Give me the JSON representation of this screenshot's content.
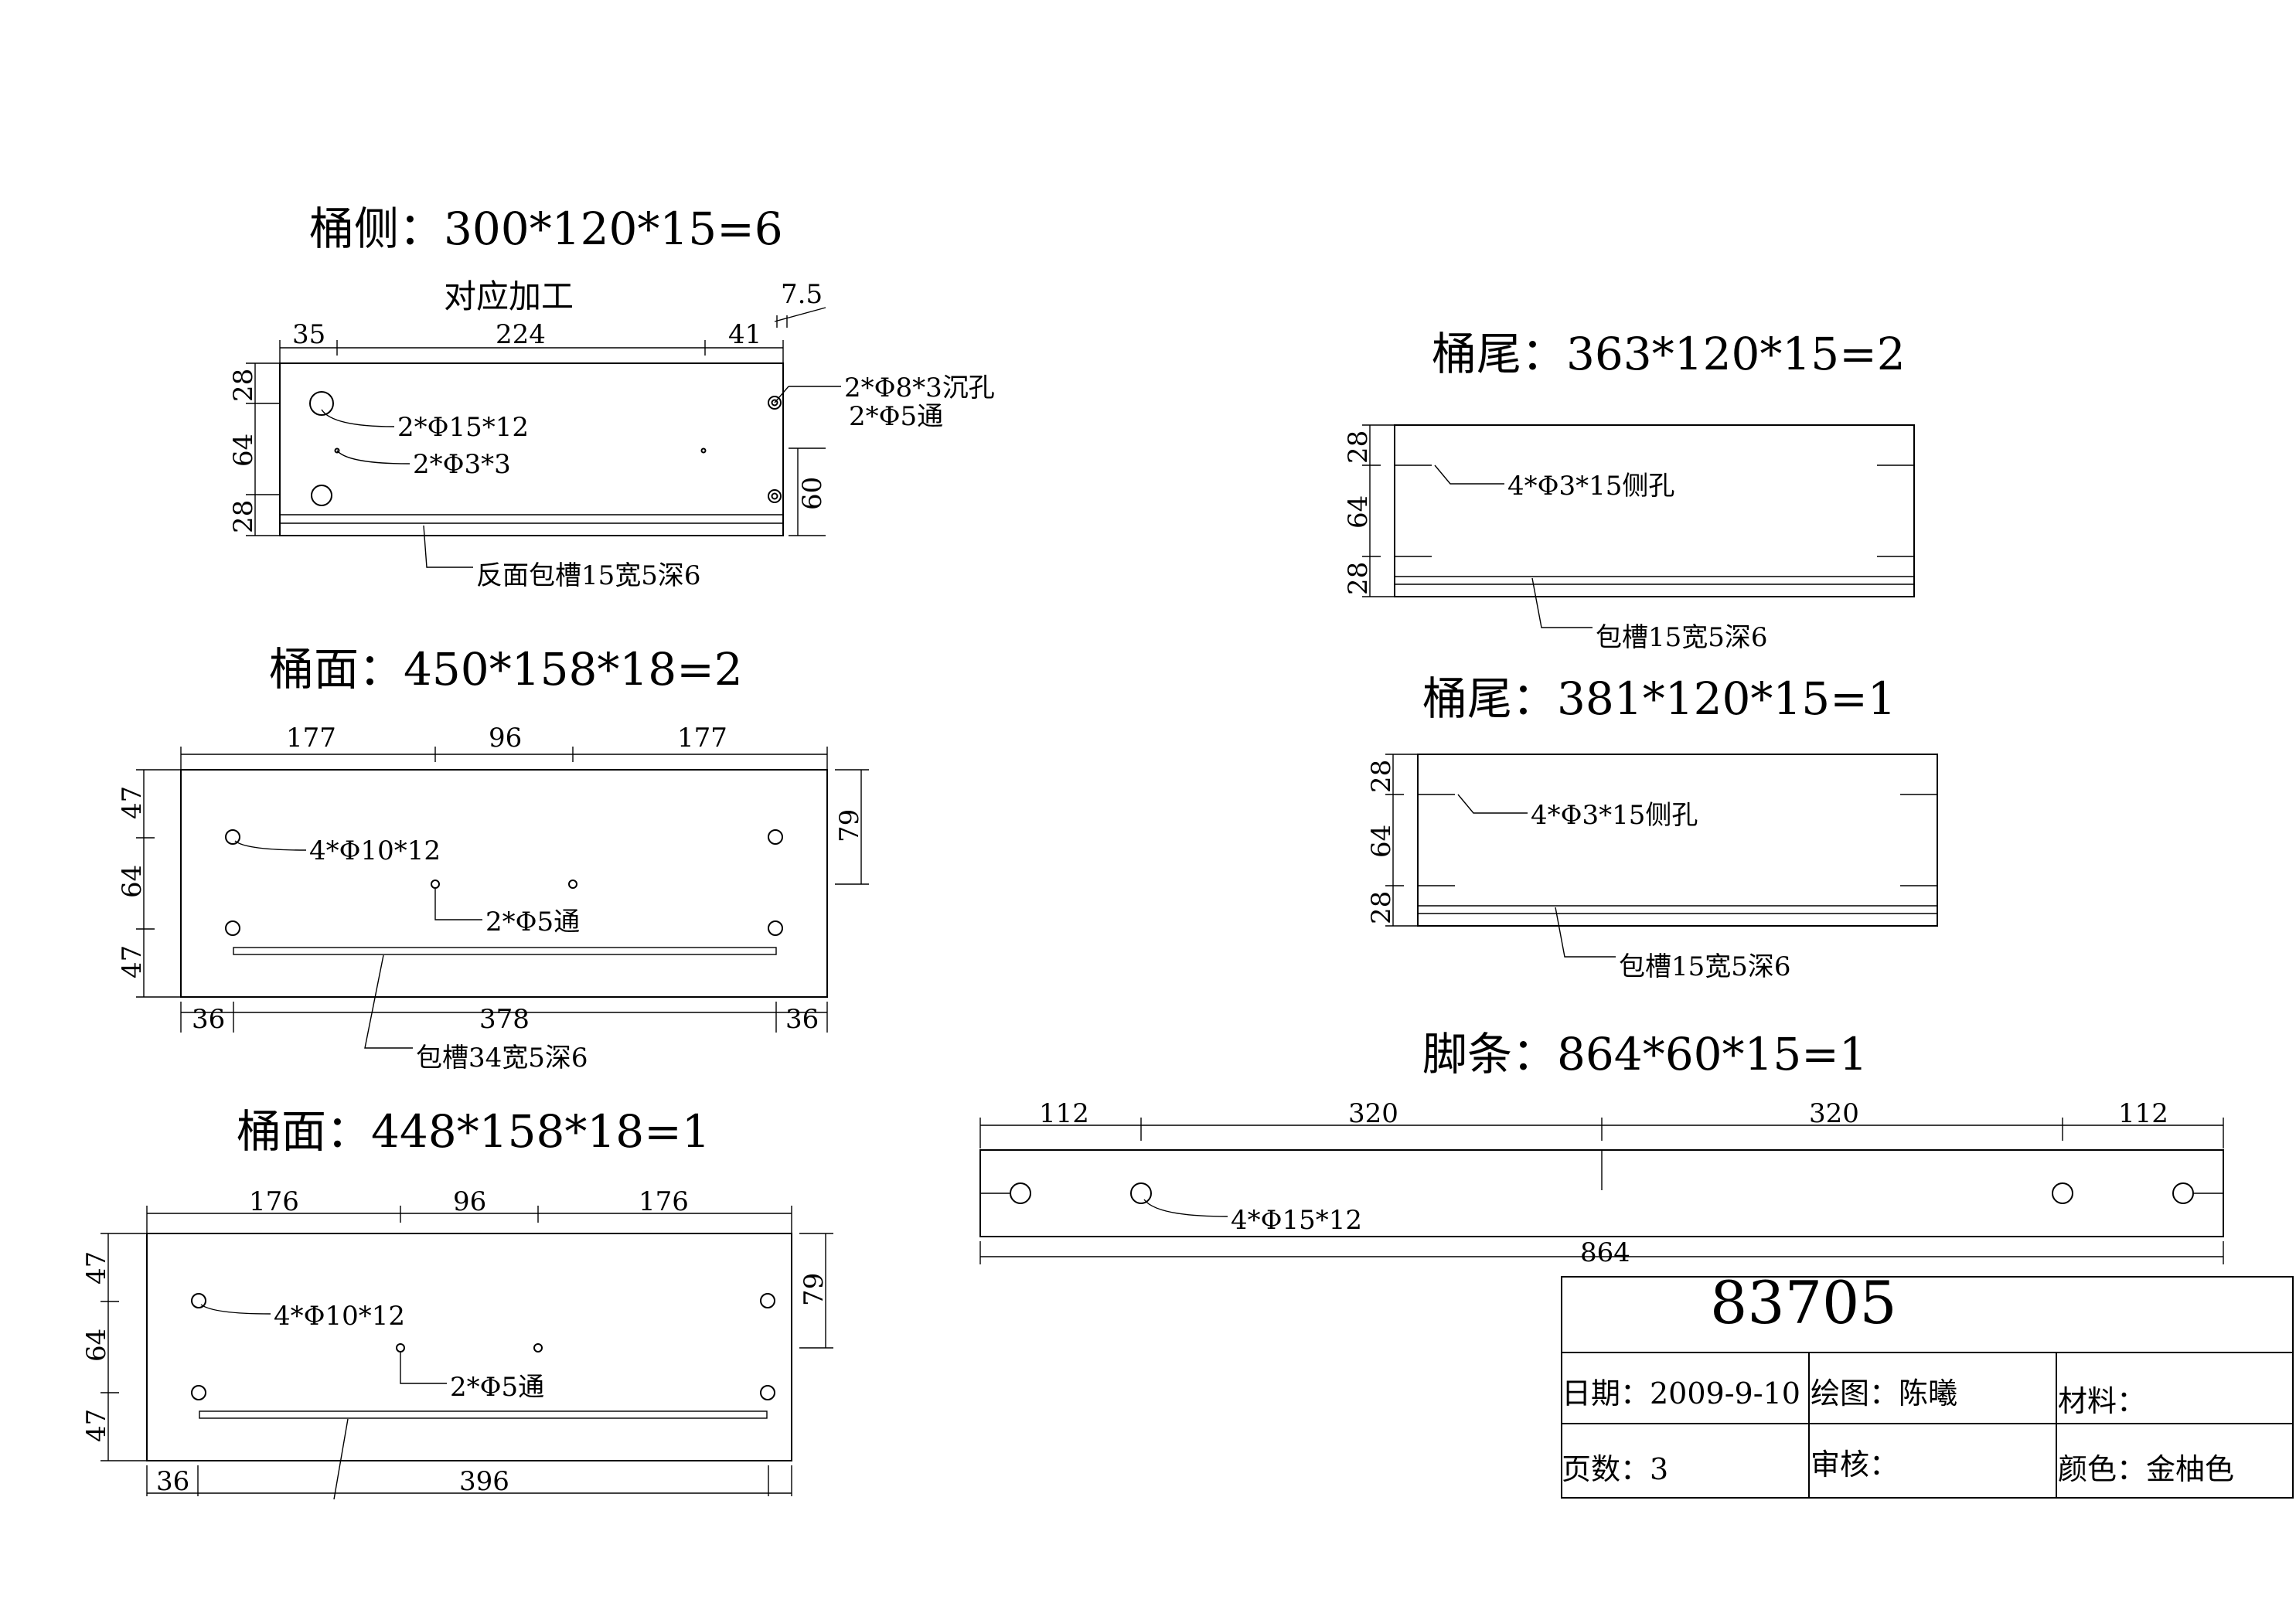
{
  "parts": {
    "side": {
      "title": "桶侧：300*120*15=6",
      "subtitle": "对应加工",
      "dims_top": [
        "35",
        "224",
        "41"
      ],
      "dim_small": "7.5",
      "dims_left": [
        "28",
        "64",
        "28"
      ],
      "dim_right": "60",
      "notes": [
        "2*Φ15*12",
        "2*Φ3*3",
        "2*Φ8*3沉孔",
        "2*Φ5通",
        "反面包槽15宽5深6"
      ]
    },
    "top1": {
      "title": "桶面：450*158*18=2",
      "dims_top": [
        "177",
        "96",
        "177"
      ],
      "dims_left": [
        "47",
        "64",
        "47"
      ],
      "dim_right": "79",
      "dims_bottom": [
        "36",
        "378",
        "36"
      ],
      "notes": [
        "4*Φ10*12",
        "2*Φ5通",
        "包槽34宽5深6"
      ]
    },
    "top2": {
      "title": "桶面：448*158*18=1",
      "dims_top": [
        "176",
        "96",
        "176"
      ],
      "dims_left": [
        "47",
        "64",
        "47"
      ],
      "dim_right": "79",
      "dims_bottom": [
        "36",
        "396"
      ],
      "notes": [
        "4*Φ10*12",
        "2*Φ5通"
      ]
    },
    "tail1": {
      "title": "桶尾：363*120*15=2",
      "dims_left": [
        "28",
        "64",
        "28"
      ],
      "notes": [
        "4*Φ3*15侧孔",
        "包槽15宽5深6"
      ]
    },
    "tail2": {
      "title": "桶尾：381*120*15=1",
      "dims_left": [
        "28",
        "64",
        "28"
      ],
      "notes": [
        "4*Φ3*15侧孔",
        "包槽15宽5深6"
      ]
    },
    "foot": {
      "title": "脚条：864*60*15=1",
      "dims_top": [
        "112",
        "320",
        "320",
        "112"
      ],
      "dim_total": "864",
      "notes": [
        "4*Φ15*12"
      ]
    }
  },
  "title_block": {
    "drawing_no": "83705",
    "date": "日期：2009-9-10",
    "drawn_by": "绘图：陈曦",
    "material": "材料：",
    "pages": "页数：3",
    "reviewer": "审核：",
    "color": "颜色：金柚色"
  }
}
